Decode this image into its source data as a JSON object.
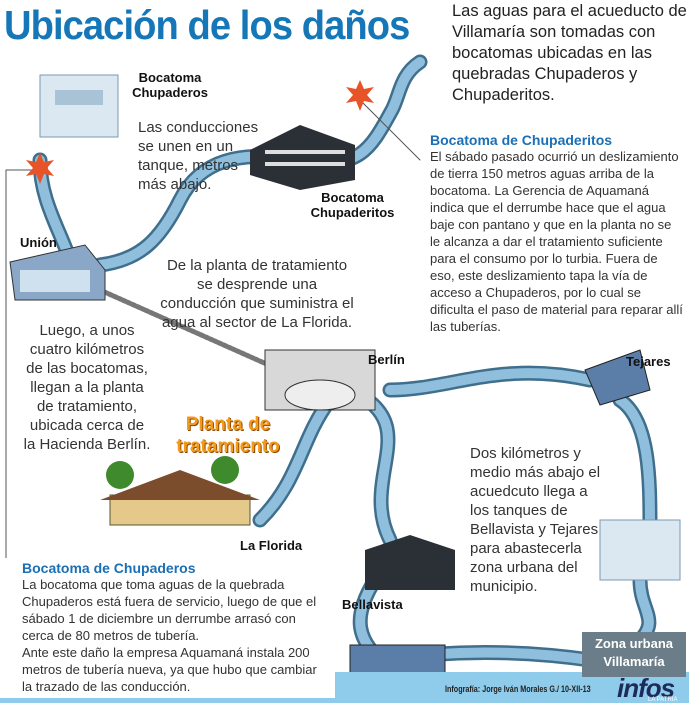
{
  "title": "Ubicación de los daños",
  "intro": "Las aguas para el acueducto de Villamaría son tomadas con bocatomas ubicadas en las quebradas Chupaderos y Chupaderitos.",
  "labels": {
    "bocatoma_chupaderos": "Bocatoma Chupaderos",
    "bocatoma_chupaderitos": "Bocatoma Chupaderitos",
    "union": "Unión",
    "berlin": "Berlín",
    "tejares": "Tejares",
    "la_florida": "La Florida",
    "bellavista": "Bellavista",
    "planta": "Planta de tratamiento",
    "zona_urbana": "Zona urbana Villamaría"
  },
  "notes": {
    "conducciones": "Las conducciones se unen en un tanque, metros más abajo.",
    "planta_desprende": "De la planta de tratamiento se desprende una conducción que suministra el agua al sector de La Florida.",
    "cuatro_km": "Luego, a unos cuatro kilómetros de las bocatomas, llegan a la planta de tratamiento, ubicada cerca de la Hacienda Berlín.",
    "dos_km": "Dos kilómetros y medio más abajo el acuedcuto llega a los tanques de Bellavista y Tejares para abastecerla zona urbana del municipio."
  },
  "box_chupaderitos": {
    "heading": "Bocatoma de Chupaderitos",
    "text": "El sábado pasado ocurrió un deslizamiento de tierra 150 metros aguas arriba de la bocatoma. La Gerencia de Aquamaná indica que el derrumbe hace que el agua baje con pantano y que en la planta no se le alcanza a dar el tratamiento suficiente para el consumo por lo turbia. Fuera de eso, este deslizamiento tapa la vía de acceso a Chupaderos, por lo cual se dificulta el paso de material para reparar allí las tuberías."
  },
  "box_chupaderos": {
    "heading": "Bocatoma de Chupaderos",
    "text1": "La bocatoma que toma aguas de la quebrada Chupaderos está fuera de servicio, luego de que el sábado 1 de diciembre un derrumbe arrasó con cerca de 80 metros de tubería.",
    "text2": "Ante este daño la empresa Aquamaná instala 200 metros de tubería nueva, ya que hubo que cambiar la trazado de las conducción."
  },
  "credit": "Infografía: Jorge Iván Morales G./ 10-XII-13",
  "logo": {
    "name": "infos",
    "sub": "LA PATRIA"
  },
  "colors": {
    "title": "#1577b8",
    "pipe": "#8fbfdc",
    "pipe_edge": "#3f6f8c",
    "accent": "#f39a1c",
    "damage": "#e8542a"
  }
}
